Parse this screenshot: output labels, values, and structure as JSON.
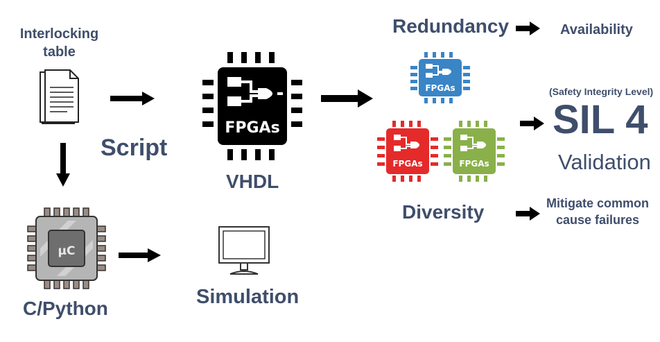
{
  "labels": {
    "interlocking_table": "Interlocking table",
    "script": "Script",
    "vhdl": "VHDL",
    "c_python": "C/Python",
    "simulation": "Simulation",
    "redundancy": "Redundancy",
    "availability": "Availability",
    "diversity": "Diversity",
    "mitigate": "Mitigate common cause failures",
    "sil_note": "(Safety Integrity Level)",
    "sil": "SIL 4",
    "validation": "Validation"
  },
  "chips": {
    "main": "FPGAs",
    "blue": "FPGAs",
    "red": "FPGAs",
    "green": "FPGAs",
    "micro": "µC"
  },
  "colors": {
    "label": "#3f4e6b",
    "main_chip": "#000000",
    "blue_chip": "#3a85c6",
    "red_chip": "#e52a2a",
    "green_chip": "#8ab04a",
    "micro_chip": "#8c8c8c"
  },
  "icons": [
    "document-icon",
    "fpga-chip-icon",
    "microcontroller-chip-icon",
    "monitor-icon",
    "arrow-icon"
  ]
}
